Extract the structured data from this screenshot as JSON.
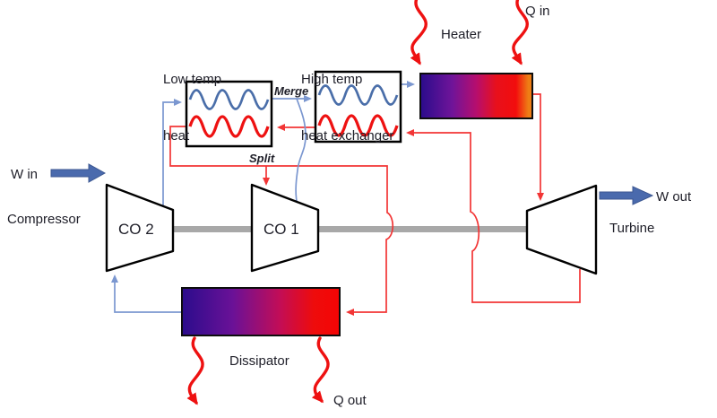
{
  "components": {
    "low_temp_hx": {
      "line1": "Low temp",
      "line2": "heat"
    },
    "high_temp_hx": {
      "line1": "High temp",
      "line2": "heat exchanger"
    },
    "heater": {
      "label": "Heater"
    },
    "dissipator": {
      "label": "Dissipator"
    },
    "main_compressor": {
      "label": "CO 2",
      "caption": "Compressor"
    },
    "recompressor": {
      "label": "CO 1"
    },
    "turbine": {
      "caption": "Turbine"
    }
  },
  "flow_labels": {
    "w_in": "W in",
    "w_out": "W out",
    "q_in": "Q in",
    "q_out": "Q out",
    "merge": "Merge",
    "split": "Split"
  },
  "colors": {
    "cold_stream_line": "#7b97d0",
    "hot_stream_line": "#f23535",
    "cold_wave": "#4a6ea9",
    "hot_wave": "#ee1111",
    "heat_squiggle_arrow": "#ee1111",
    "work_block_arrow": "#4a6aad",
    "shaft_gray": "#a8a8a8",
    "component_outline": "#000000",
    "label_text": "#20202a",
    "heater_gradient": [
      "#2c0c8c",
      "#6f1499",
      "#b60e6e",
      "#e8101c",
      "#f20d0d",
      "#ee7d15"
    ],
    "dissipator_gradient": [
      "#2c0c8c",
      "#6a1197",
      "#c20d57",
      "#ee0c0c",
      "#f50505"
    ]
  }
}
